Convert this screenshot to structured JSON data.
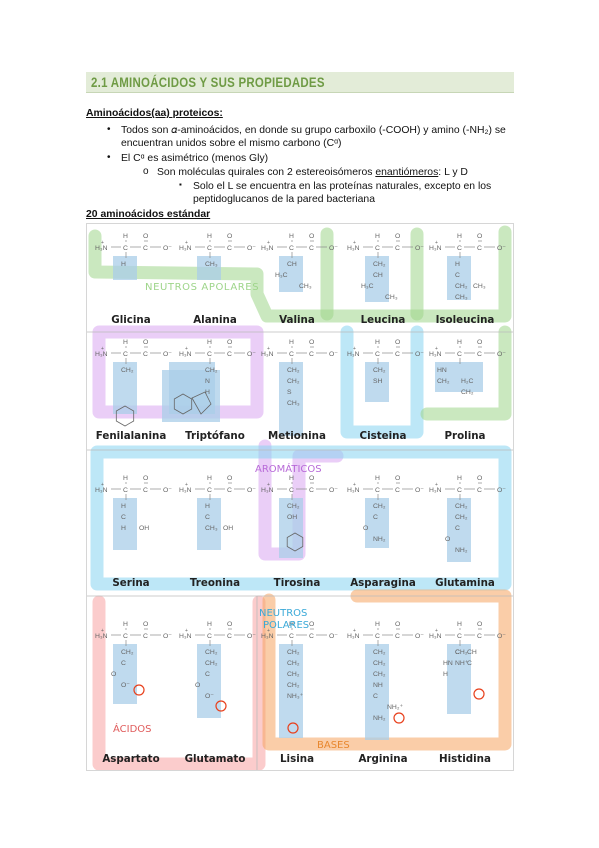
{
  "section": {
    "title": "2.1 AMINOÁCIDOS Y SUS PROPIEDADES"
  },
  "intro": {
    "heading": "Aminoácidos(aa) proteicos:",
    "b1_line1": "Todos son 𝛼-aminoácidos, en donde su grupo carboxilo (-COOH) y amino (-NH₂) se",
    "b1_line2": "encuentran unidos sobre el mismo carbono (Cᵅ)",
    "b2": "El Cᵅ es asimétrico (menos Gly)",
    "b3_pre": "Son moléculas quirales con 2 estereoisómeros ",
    "b3_term": "enantiómeros",
    "b3_post": ": L y D",
    "b4_line1": "Solo el L se encuentra en las proteínas naturales, excepto en los",
    "b4_line2": "peptidoglucanos de la pared bacteriana",
    "table_heading": "20 aminoácidos estándar"
  },
  "bullets": {
    "filled": "•",
    "hollow": "o",
    "square": "▪"
  },
  "backbone": {
    "h": "H",
    "o": "O",
    "n": "H₃N",
    "plus": "+",
    "c": "C",
    "om": "O⁻",
    "dash": "—",
    "dbl": "‖",
    "bar": "|"
  },
  "groups": {
    "neutros_apolares": "NEUTROS APOLARES",
    "aromaticos": "AROMÁTICOS",
    "neutros_polares_1": "NEUTROS",
    "neutros_polares_2": "POLARES",
    "acidos": "ÁCIDOS",
    "bases": "BASES"
  },
  "colors": {
    "apolar": "#9ed58a",
    "aromatic": "#d9a6f0",
    "polar": "#86d3f0",
    "acid": "#f7a3a3",
    "base": "#f6a460",
    "side": "#aacde8",
    "circle": "#e8401c",
    "title": "#6f9b45"
  },
  "amino_acids": [
    {
      "name": "Glicina",
      "side": [
        "H"
      ]
    },
    {
      "name": "Alanina",
      "side": [
        "CH₃"
      ]
    },
    {
      "name": "Valina",
      "side": [
        "CH",
        "H₃C",
        "CH₃"
      ]
    },
    {
      "name": "Leucina",
      "side": [
        "CH₂",
        "CH",
        "H₃C",
        "CH₃"
      ]
    },
    {
      "name": "Isoleucina",
      "side": [
        "H",
        "C",
        "CH₃",
        "CH₂",
        "CH₃"
      ]
    },
    {
      "name": "Fenilalanina",
      "side": [
        "CH₂"
      ]
    },
    {
      "name": "Triptófano",
      "side": [
        "CH₂",
        "N",
        "H"
      ]
    },
    {
      "name": "Metionina",
      "side": [
        "CH₂",
        "CH₂",
        "S",
        "CH₃"
      ]
    },
    {
      "name": "Cisteina",
      "side": [
        "CH₂",
        "SH"
      ]
    },
    {
      "name": "Prolina",
      "side": [
        "HN",
        "H₂C",
        "CH₂",
        "CH₂"
      ]
    },
    {
      "name": "Serina",
      "side": [
        "H",
        "C",
        "OH",
        "H"
      ]
    },
    {
      "name": "Treonina",
      "side": [
        "H",
        "C",
        "OH",
        "CH₃"
      ]
    },
    {
      "name": "Tirosina",
      "side": [
        "CH₂",
        "OH"
      ]
    },
    {
      "name": "Asparagina",
      "side": [
        "CH₂",
        "C",
        "O",
        "NH₂"
      ]
    },
    {
      "name": "Glutamina",
      "side": [
        "CH₂",
        "CH₂",
        "C",
        "O",
        "NH₂"
      ]
    },
    {
      "name": "Aspartato",
      "side": [
        "CH₂",
        "C",
        "O",
        "O⁻"
      ]
    },
    {
      "name": "Glutamato",
      "side": [
        "CH₂",
        "CH₂",
        "C",
        "O",
        "O⁻"
      ]
    },
    {
      "name": "Lisina",
      "side": [
        "CH₂",
        "CH₂",
        "CH₂",
        "CH₂",
        "NH₃⁺"
      ]
    },
    {
      "name": "Arginina",
      "side": [
        "CH₂",
        "CH₂",
        "CH₂",
        "NH",
        "C",
        "NH₂⁺",
        "NH₂"
      ]
    },
    {
      "name": "Histidina",
      "side": [
        "CH₂",
        "C",
        "CH",
        "HN",
        "NH⁺",
        "C",
        "H"
      ]
    }
  ]
}
